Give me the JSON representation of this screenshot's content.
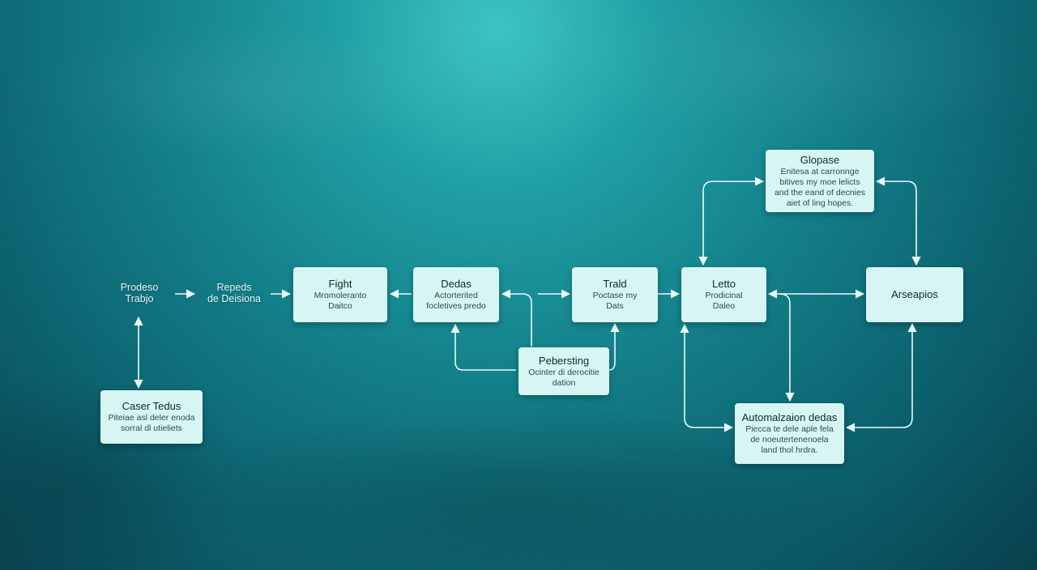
{
  "labels": {
    "proceso": "Prodeso\nTrabjo",
    "reglas": "Repeds\nde Deisiona"
  },
  "nodes": {
    "fight": {
      "title": "Fight",
      "desc": "Mromoleranto\nDaitco"
    },
    "dedas": {
      "title": "Dedas",
      "desc": "Actorterited\nfocletives predo"
    },
    "trald": {
      "title": "Trald",
      "desc": "Poctase my\nDats"
    },
    "letto": {
      "title": "Letto",
      "desc": "Prodicinal\nDaleo"
    },
    "arseapios": {
      "title": "Arseapios",
      "desc": ""
    },
    "glopase": {
      "title": "Glopase",
      "desc": "Enitesa at carronnge\nbitives my moe lelicts\nand the eand of decnies\naiet of ling hopes."
    },
    "pebersting": {
      "title": "Pebersting",
      "desc": "Ocinter di derocitie\ndation"
    },
    "caser": {
      "title": "Caser Tedus",
      "desc": "Piteiae asl deler enoda\nsorral dl utieliets"
    },
    "automalzaion": {
      "title": "Automalzaion dedas",
      "desc": "Piecca te dele aple fela\nde noeutertenenoela\nland thol hrdra."
    }
  }
}
